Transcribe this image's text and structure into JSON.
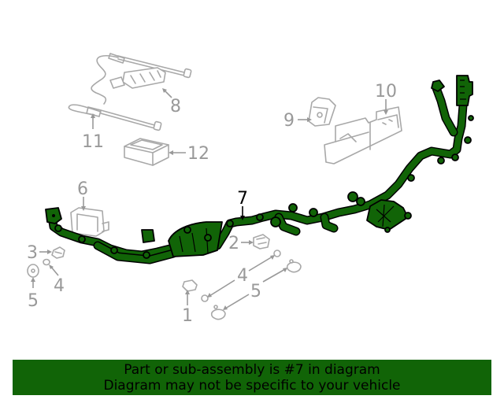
{
  "diagram": {
    "highlight_color": "#116407",
    "ghost_color": "#999999",
    "highlighted_part": "7",
    "callouts": [
      {
        "id": "c1",
        "label": "1",
        "part": "clip"
      },
      {
        "id": "c2",
        "label": "2",
        "part": "clip"
      },
      {
        "id": "c3",
        "label": "3",
        "part": "clip"
      },
      {
        "id": "c4a",
        "label": "4",
        "part": "nut"
      },
      {
        "id": "c4b",
        "label": "4",
        "part": "nut"
      },
      {
        "id": "c5a",
        "label": "5",
        "part": "grommet"
      },
      {
        "id": "c5b",
        "label": "5",
        "part": "grommet"
      },
      {
        "id": "c6",
        "label": "6",
        "part": "module"
      },
      {
        "id": "c7",
        "label": "7",
        "part": "wiring harness"
      },
      {
        "id": "c8",
        "label": "8",
        "part": "connector"
      },
      {
        "id": "c9",
        "label": "9",
        "part": "sensor"
      },
      {
        "id": "c10",
        "label": "10",
        "part": "bracket"
      },
      {
        "id": "c11",
        "label": "11",
        "part": "harness extension"
      },
      {
        "id": "c12",
        "label": "12",
        "part": "module"
      }
    ]
  },
  "banner": {
    "line1": "Part or sub-assembly is #7 in diagram",
    "line2": "Diagram may not be specific to your vehicle",
    "background": "#116407"
  }
}
